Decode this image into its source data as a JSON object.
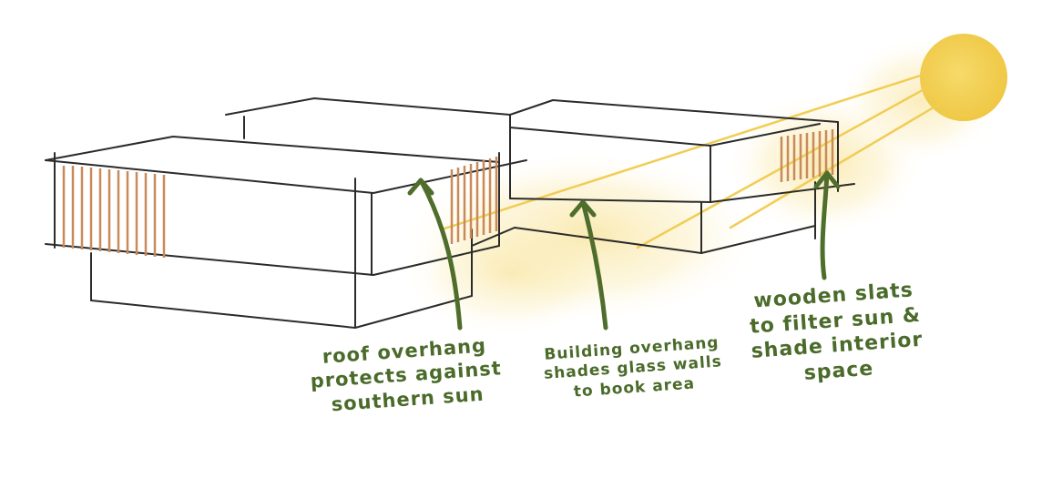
{
  "annotations": {
    "roof": [
      "roof overhang",
      "protects against",
      "southern sun"
    ],
    "building": [
      "Building overhang",
      "shades glass walls",
      "to book area"
    ],
    "slats": [
      "wooden slats",
      "to filter sun &",
      "shade interior",
      "space"
    ]
  },
  "colors": {
    "line": "#2b2b2b",
    "wood": "#c98a5a",
    "sun": "#f3d35a",
    "glow": "#f8e7a0",
    "ray": "#f2cf55",
    "arrow": "#4f6e2c",
    "text": "#4a6b2a"
  },
  "icons": {
    "sun": "sun-icon",
    "arrows": "arrow-icon"
  }
}
